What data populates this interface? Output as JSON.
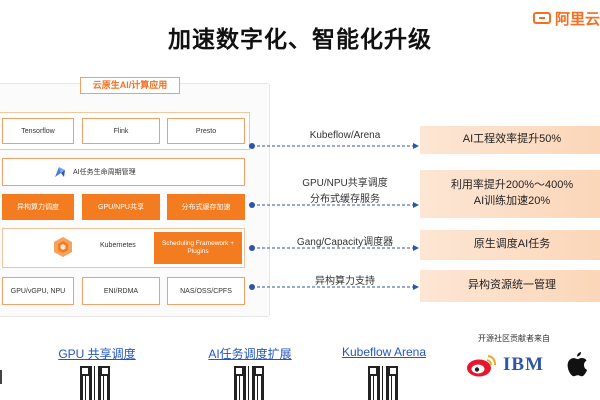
{
  "brand": {
    "logo_text": "阿里云",
    "icon": "alibaba-cloud-logo-icon",
    "color": "#f36f21"
  },
  "title": "加速数字化、智能化升级",
  "architecture": {
    "header": "云原生AI/计算应用",
    "frameworks": [
      "Tensorflow",
      "Flink",
      "Presto"
    ],
    "ai_lifecycle": {
      "label": "AI任务生命周期管理",
      "icon": "kubeflow-icon"
    },
    "acceleration": [
      "异构算力调度",
      "GPU/NPU共享",
      "分布式缓存加速"
    ],
    "kubernetes": {
      "label": "Kubernetes",
      "icon": "kubernetes-hexagon-icon",
      "plugin": "Scheduling Framework + Plugins"
    },
    "infrastructure": [
      "GPU/vGPU, NPU",
      "ENI/RDMA",
      "NAS/OSS/CPFS"
    ]
  },
  "flows": [
    {
      "label": "Kubeflow/Arena",
      "result": "AI工程效率提升50%"
    },
    {
      "label": "GPU/NPU共享调度\n分布式缓存服务",
      "result": "利用率提升200%～400%\nAI训练加速20%"
    },
    {
      "label": "Gang/Capacity调度器",
      "result": "原生调度AI任务"
    },
    {
      "label": "异构算力支持",
      "result": "异构资源统一管理"
    }
  ],
  "links": [
    "GPU 共享调度",
    "AI任务调度扩展",
    "Kubeflow Arena"
  ],
  "contributors": {
    "title": "开源社区贡献者来自",
    "logos": [
      "weibo-logo-icon",
      "IBM",
      "apple-logo-icon"
    ]
  },
  "colors": {
    "accent": "#f47c20",
    "result_bg": "#fde6d4",
    "link": "#2155c6",
    "connector": "#2d55a8"
  }
}
